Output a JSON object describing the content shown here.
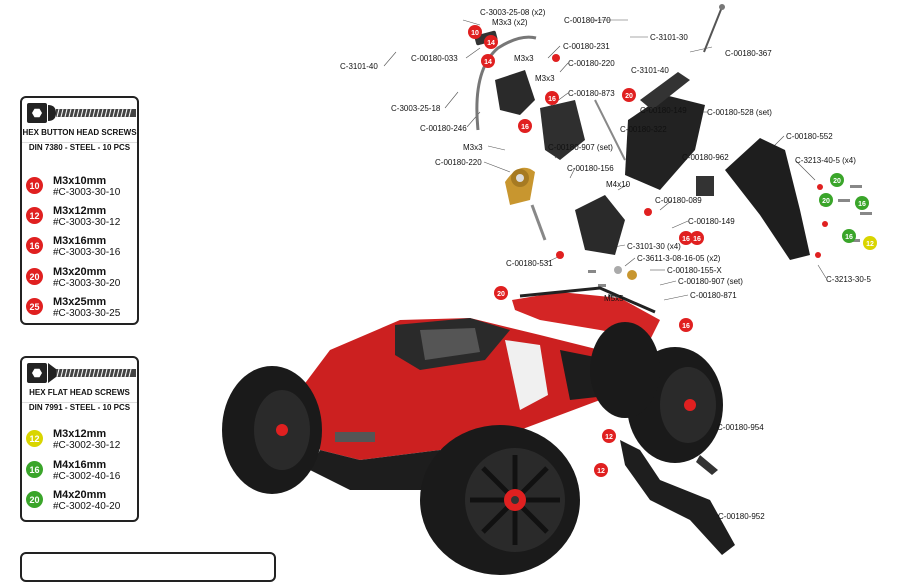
{
  "legend_button": {
    "title1": "HEX BUTTON HEAD SCREWS",
    "title2": "DIN 7380 - STEEL - 10 PCS",
    "items": [
      {
        "badge": "10",
        "size": "M3x10mm",
        "code": "#C-3003-30-10",
        "color": "#e02020"
      },
      {
        "badge": "12",
        "size": "M3x12mm",
        "code": "#C-3003-30-12",
        "color": "#e02020"
      },
      {
        "badge": "16",
        "size": "M3x16mm",
        "code": "#C-3003-30-16",
        "color": "#e02020"
      },
      {
        "badge": "20",
        "size": "M3x20mm",
        "code": "#C-3003-30-20",
        "color": "#e02020"
      },
      {
        "badge": "25",
        "size": "M3x25mm",
        "code": "#C-3003-30-25",
        "color": "#e02020"
      }
    ]
  },
  "legend_flat": {
    "title1": "HEX FLAT HEAD SCREWS",
    "title2": "DIN 7991 - STEEL - 10 PCS",
    "items": [
      {
        "badge": "12",
        "size": "M3x12mm",
        "code": "#C-3002-30-12",
        "color": "#d9d500"
      },
      {
        "badge": "16",
        "size": "M4x16mm",
        "code": "#C-3002-40-16",
        "color": "#3aa52a"
      },
      {
        "badge": "20",
        "size": "M4x20mm",
        "code": "#C-3002-40-20",
        "color": "#3aa52a"
      }
    ]
  },
  "part_labels": [
    "C-3003-25-08 (x2)",
    "M3x3 (x2)",
    "C-00180-170",
    "C-3101-30",
    "C-00180-367",
    "C-3101-40",
    "C-00180-033",
    "M3x3",
    "C-00180-231",
    "M3x3",
    "C-00180-220",
    "C-3101-40",
    "C-3003-25-18",
    "C-00180-873",
    "C-00180-246",
    "C-00180-149",
    "C-00180-528 (set)",
    "C-00180-322",
    "C-00180-552",
    "M3x3",
    "C-00180-907 (set)",
    "C-00180-962",
    "C-3213-40-5 (x4)",
    "C-00180-220",
    "C-00180-156",
    "M4x10",
    "C-00180-089",
    "C-00180-149",
    "C-3101-30 (x4)",
    "C-00180-531",
    "C-3611-3-08-16-05 (x2)",
    "C-00180-155-X",
    "C-3213-30-5",
    "C-00180-907 (set)",
    "C-00180-871",
    "M5x5",
    "C-00180-954",
    "C-00180-952"
  ],
  "badges": [
    {
      "n": "10",
      "c": "#e02020"
    },
    {
      "n": "14",
      "c": "#e02020"
    },
    {
      "n": "14",
      "c": "#e02020"
    },
    {
      "n": "16",
      "c": "#e02020"
    },
    {
      "n": "16",
      "c": "#e02020"
    },
    {
      "n": "20",
      "c": "#e02020"
    },
    {
      "n": "16",
      "c": "#e02020"
    },
    {
      "n": "16",
      "c": "#e02020"
    },
    {
      "n": "20",
      "c": "#3aa52a"
    },
    {
      "n": "20",
      "c": "#3aa52a"
    },
    {
      "n": "16",
      "c": "#3aa52a"
    },
    {
      "n": "16",
      "c": "#3aa52a"
    },
    {
      "n": "12",
      "c": "#d9d500"
    },
    {
      "n": "20",
      "c": "#e02020"
    },
    {
      "n": "16",
      "c": "#e02020"
    },
    {
      "n": "12",
      "c": "#e02020"
    },
    {
      "n": "12",
      "c": "#e02020"
    }
  ]
}
